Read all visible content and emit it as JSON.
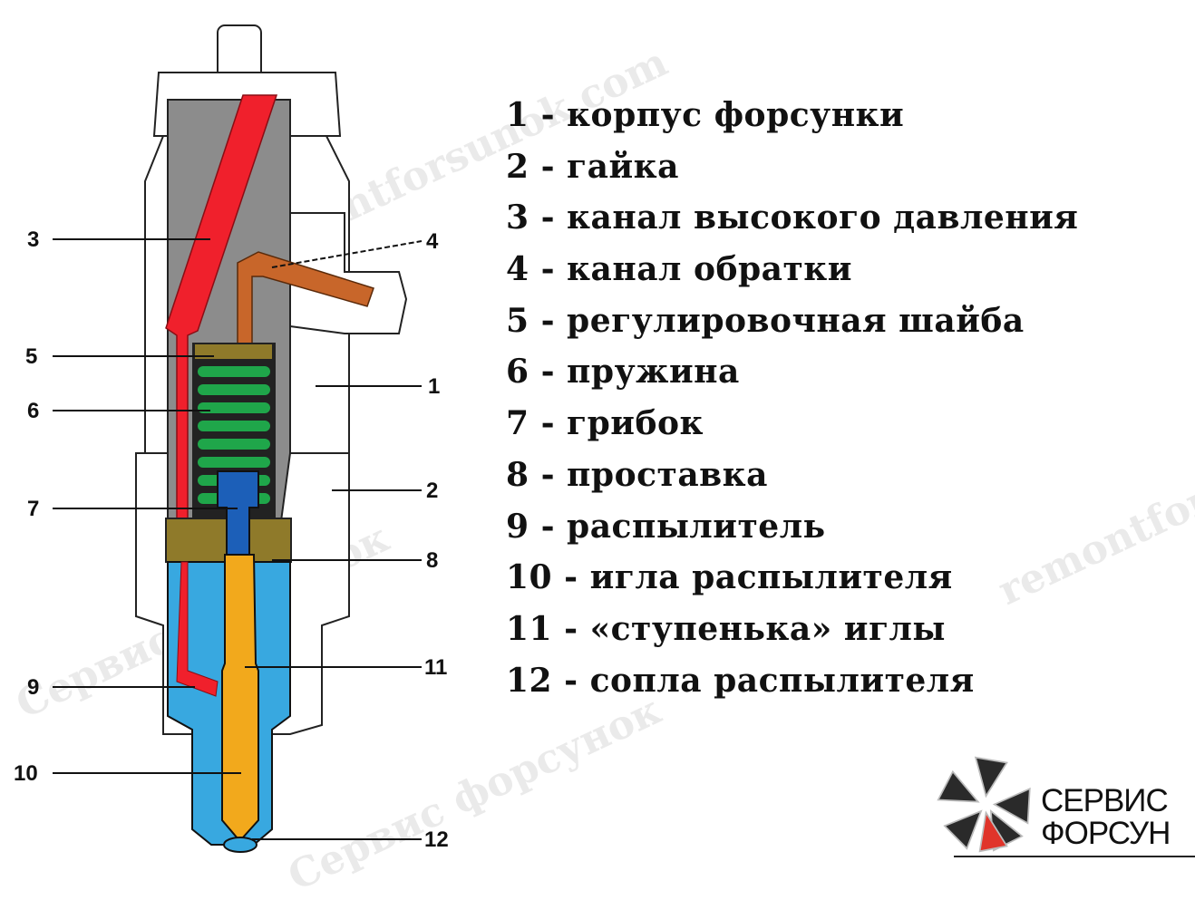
{
  "legend": [
    "1 - корпус форсунки",
    "2 - гайка",
    "3 - канал высокого давления",
    "4 - канал обратки",
    "5 - регулировочная шайба",
    "6 - пружина",
    "7 - грибок",
    "8 - проставка",
    "9 - распылитель",
    "10 - игла распылителя",
    "11 - «ступенька» иглы",
    "12 - сопла распылителя"
  ],
  "callouts": {
    "left": [
      "3",
      "5",
      "6",
      "7",
      "9",
      "10"
    ],
    "right": [
      "4",
      "1",
      "2",
      "8",
      "11",
      "12"
    ]
  },
  "logo": {
    "line1": "СЕРВИС",
    "line2": "ФОРСУН"
  },
  "watermarks": [
    "remontforsunok.com",
    "Сервис форсунок",
    "remontforsunok.com",
    "Сервис форсунок"
  ],
  "colors": {
    "high_pressure": "#f0202c",
    "return": "#c8662a",
    "spring": "#1fa64a",
    "washer": "#8f7a2a",
    "nozzle_body": "#38a8e0",
    "needle": "#f2a91c",
    "body_core": "#8c8c8c"
  }
}
